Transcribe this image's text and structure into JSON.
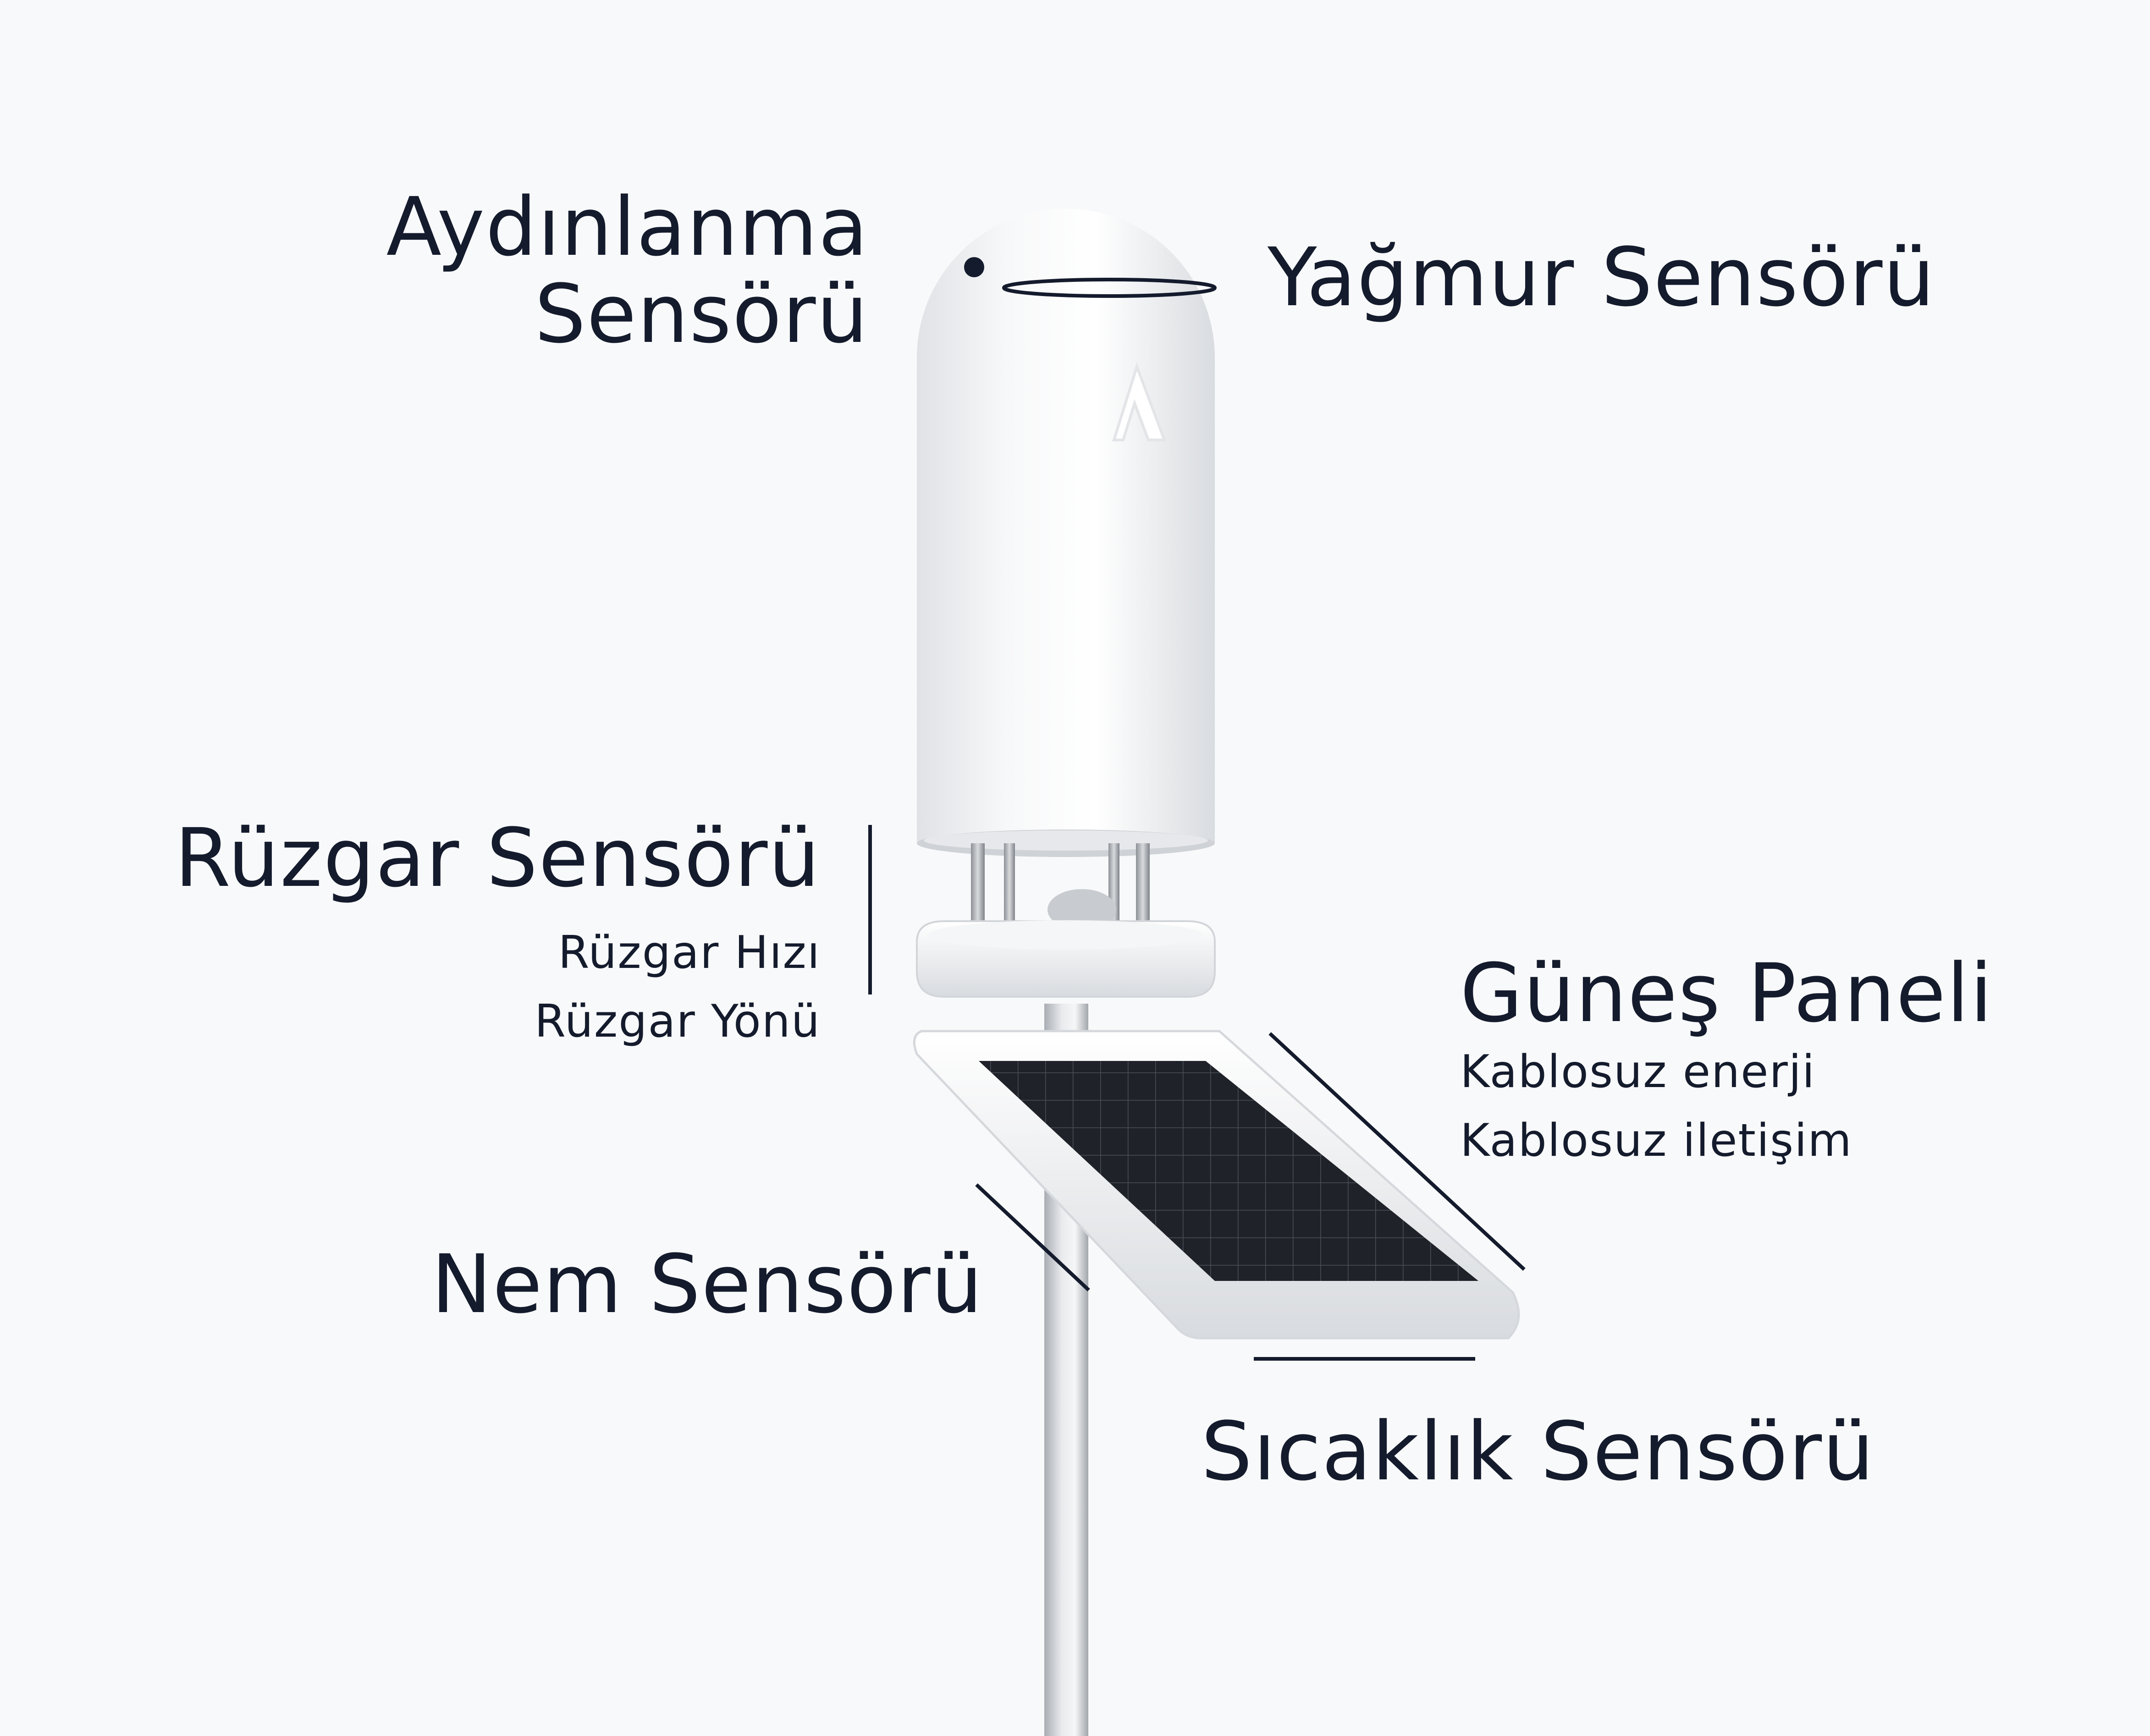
{
  "labels": {
    "aydinlanma_line1": "Aydınlanma",
    "aydinlanma_line2": "Sensörü",
    "yagmur": "Yağmur Sensörü",
    "ruzgar_title": "Rüzgar Sensörü",
    "ruzgar_sub1": "Rüzgar Hızı",
    "ruzgar_sub2": "Rüzgar Yönü",
    "gunes_title": "Güneş Paneli",
    "gunes_sub1": "Kablosuz enerji",
    "gunes_sub2": "Kablosuz iletişim",
    "nem": "Nem Sensörü",
    "sicaklik": "Sıcaklık Sensörü"
  },
  "colors": {
    "background": "#f8f9fa",
    "text": "#141b2d",
    "device_body": "#f2f3f5",
    "solar_cells": "#1f2228"
  },
  "icons": {
    "brand_logo": "brand-logo-icon"
  }
}
